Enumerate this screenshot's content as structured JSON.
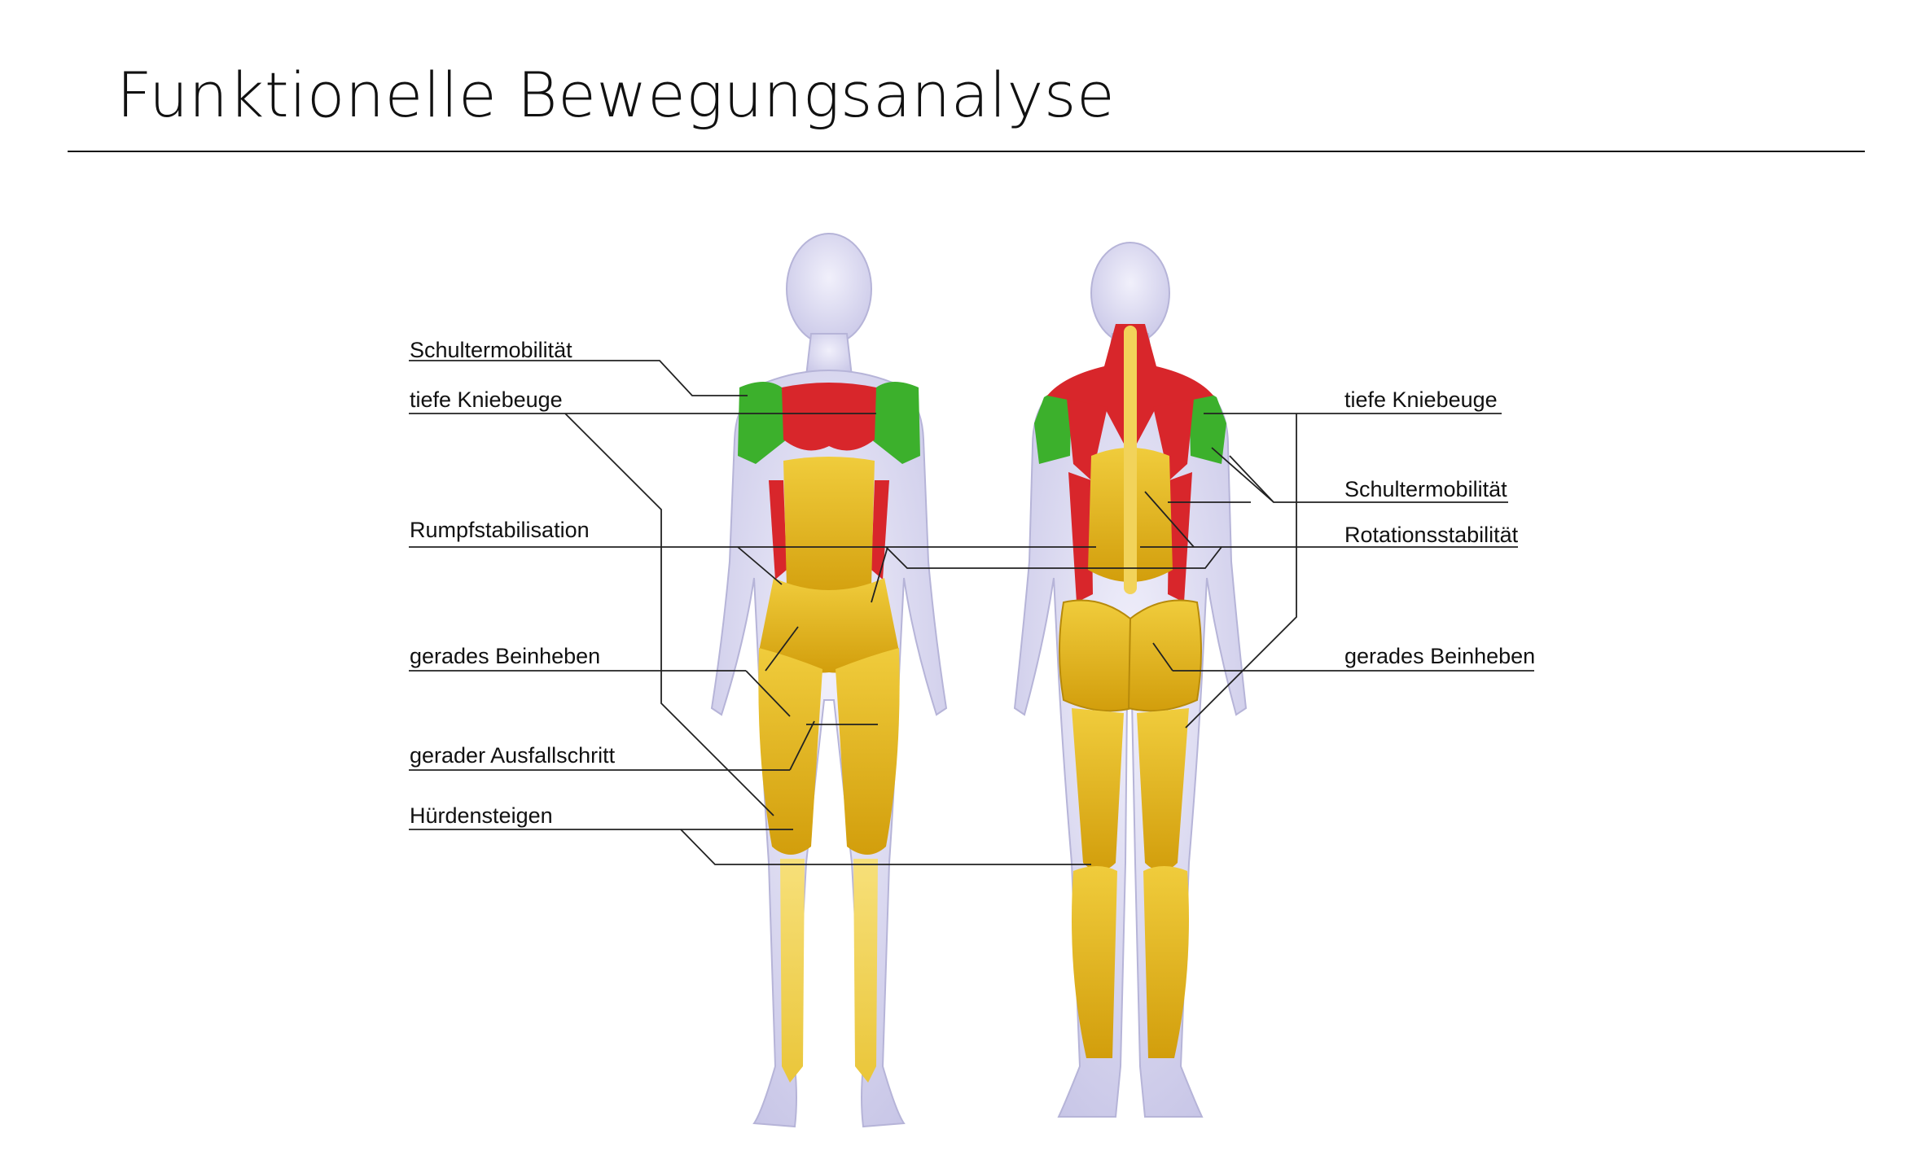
{
  "page": {
    "title": "Funktionelle Bewegungsanalyse"
  },
  "labels": {
    "left": {
      "schultermobilitaet": "Schultermobilität",
      "tiefe_kniebeuge": "tiefe Kniebeuge",
      "rumpfstabilisation": "Rumpfstabilisation",
      "gerades_beinheben": "gerades Beinheben",
      "gerader_ausfallschritt": "gerader Ausfallschritt",
      "huerdensteigen": "Hürdensteigen"
    },
    "right": {
      "tiefe_kniebeuge": "tiefe Kniebeuge",
      "schultermobilitaet": "Schultermobilität",
      "rotationsstabilitaet": "Rotationsstabilität",
      "gerades_beinheben": "gerades Beinheben"
    }
  },
  "colors": {
    "mobility_green": "#3cb02c",
    "tension_red": "#d8262b",
    "muscle_yellow": "#e6b71a",
    "skin_lavender": "#d7d6f0"
  }
}
